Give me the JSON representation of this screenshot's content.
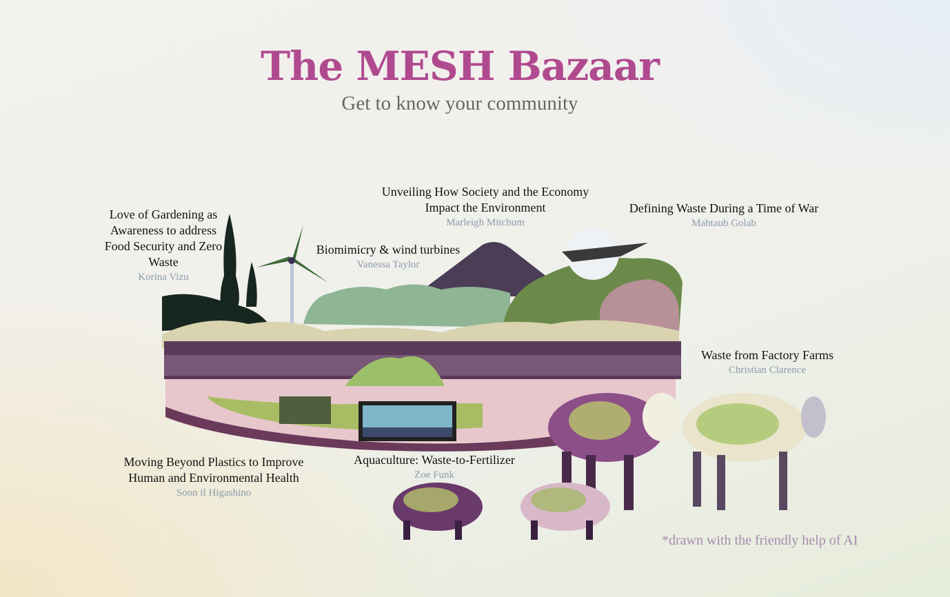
{
  "header": {
    "title": "The MESH Bazaar",
    "subtitle": "Get to know your community"
  },
  "topics": [
    {
      "title_lines": [
        "Love of Gardening as",
        "Awareness  to address",
        "Food Security and Zero",
        "Waste"
      ],
      "presenter": "Korina Vizu"
    },
    {
      "title_lines": [
        "Unveiling How Society and the Economy",
        "Impact the Environment"
      ],
      "presenter": "Marleigh Mitchum"
    },
    {
      "title_lines": [
        "Defining Waste During a Time of War"
      ],
      "presenter": "Mahtaub Golab"
    },
    {
      "title_lines": [
        "Biomimicry & wind turbines"
      ],
      "presenter": "Vanessa Taylor"
    },
    {
      "title_lines": [
        "Waste from Factory Farms"
      ],
      "presenter": "Christian Clarence"
    },
    {
      "title_lines": [
        "Moving Beyond Plastics to Improve",
        "Human and Environmental Health"
      ],
      "presenter": "Soon il Higashino"
    },
    {
      "title_lines": [
        "Aquaculture: Waste-to-Fertilizer"
      ],
      "presenter": "Zoe Funk"
    }
  ],
  "footnote": "*drawn with the friendly help of AI",
  "colors": {
    "title": "#b04a8f",
    "presenter": "#8b9bab",
    "footnote": "#a98bb0"
  }
}
